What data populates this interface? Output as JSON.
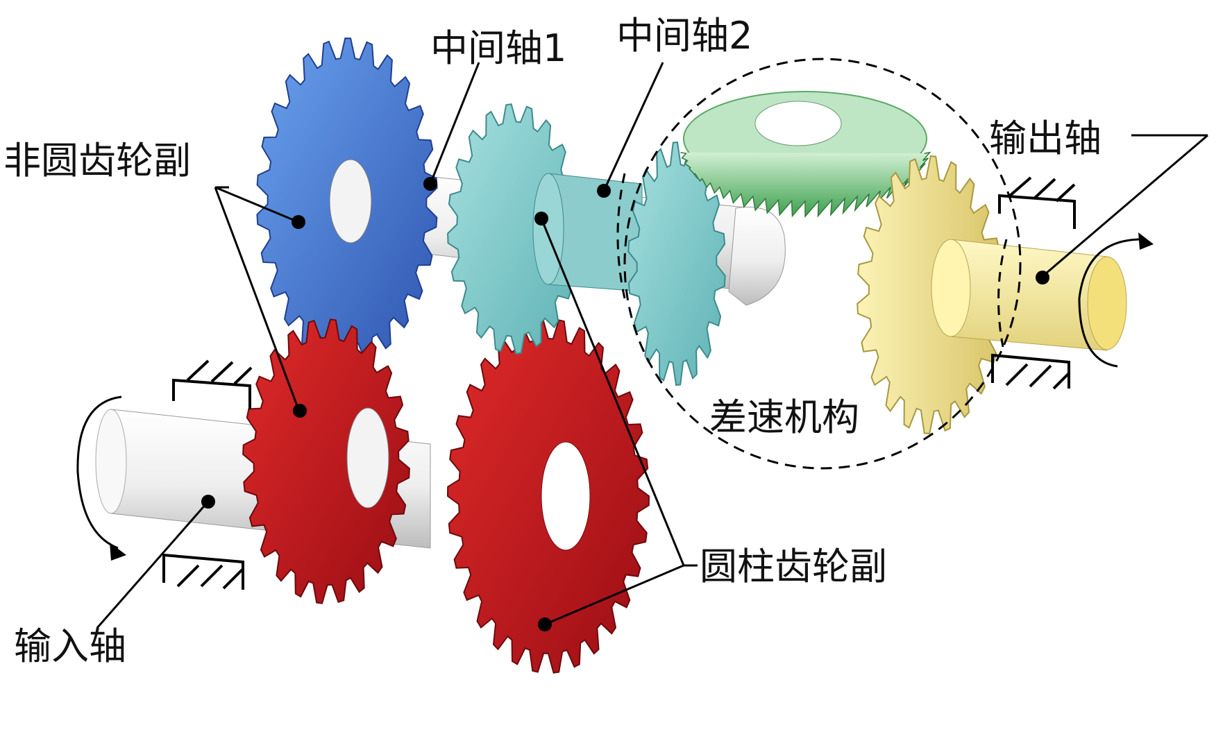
{
  "labels": {
    "countershaft1": "中间轴1",
    "countershaft2": "中间轴2",
    "noncircular_gear_pair": "非圆齿轮副",
    "output_shaft": "输出轴",
    "differential": "差速机构",
    "cylindrical_gear_pair": "圆柱齿轮副",
    "input_shaft": "输入轴"
  },
  "colors": {
    "noncircular_upper_gear": "#4a78c8",
    "cylindrical_gear": "#c0141c",
    "countershaft2_gear": "#8ecfcf",
    "bevel_ring": "#a8dcb0",
    "output_bevel_gear": "#e8dc8c",
    "shaft": "#f2f2f2"
  }
}
